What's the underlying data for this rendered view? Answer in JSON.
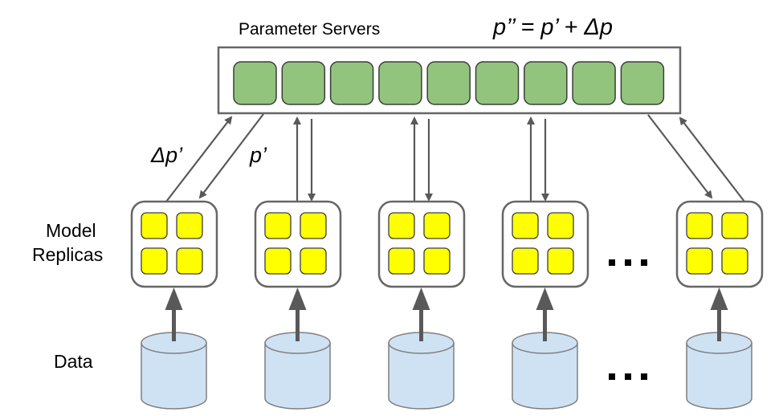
{
  "diagram": {
    "title": "Parameter Servers",
    "update_rule": "p’’ = p’ + Δp",
    "parameter_server": {
      "label": "Parameter Servers",
      "shard_count": 9,
      "shard_color": "#93c47d"
    },
    "edge_labels": {
      "gradient_push": "Δp’",
      "param_fetch": "p’"
    },
    "row_labels": {
      "replicas_line1": "Model",
      "replicas_line2": "Replicas",
      "data": "Data"
    },
    "model_replicas": {
      "count_shown": 5,
      "cells_per_replica": 4,
      "cell_color": "#ffff00",
      "ellipsis": "…"
    },
    "data_shards": {
      "count_shown": 5,
      "fill_color": "#cfe2f3",
      "ellipsis": "…"
    },
    "colors": {
      "stroke": "#595959",
      "arrow": "#595959",
      "text": "#000000"
    }
  }
}
